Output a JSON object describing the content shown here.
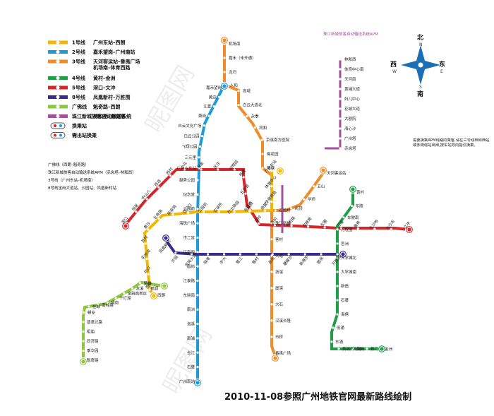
{
  "title": "2010-11-08参照广州地铁官网最新路线绘制",
  "legend": [
    {
      "name": "1号线",
      "desc": "广州东站–西朗",
      "color": "#f2b700"
    },
    {
      "name": "2号线",
      "desc": "嘉禾望岗–广州南站",
      "color": "#1f9ad6"
    },
    {
      "name": "3号线",
      "desc": "天河客运站–番禺广场",
      "desc2": "机场南–体育西路",
      "color": "#f08c28"
    },
    {
      "name": "4号线",
      "desc": "黄村–金洲",
      "color": "#1f9e48"
    },
    {
      "name": "5号线",
      "desc": "滘口–文冲",
      "color": "#d6262a"
    },
    {
      "name": "8号线",
      "desc": "凤凰新村–万胜围",
      "color": "#3a2a8c"
    },
    {
      "name": "广佛线",
      "desc": "魁奇路–西朗",
      "color": "#8dc63f"
    },
    {
      "name": "珠江新城旅客自动输送系统",
      "desc": "林和西–赤岗塔",
      "color": "#a2509c"
    },
    {
      "name": "换乘站",
      "desc": "",
      "color": "#555"
    },
    {
      "name": "需出站换乘",
      "desc": "",
      "color": "#555"
    }
  ],
  "notes": [
    "广佛线（西朗–魁奇路）",
    "珠江新城旅客自动输送系统APM（赤岗塔–林和西）",
    "3号线（广州东站–机场南）",
    "8号线宝岗大道站、沙园站、凤凰新村站"
  ],
  "apm_title": "珠江新城旅客自动输送系统APM",
  "apm_note": "需要换乘APM线路的乘客,请在三号线林和西站或赤岗塔站出闸,按车站导向指引换乘。",
  "compass": {
    "n": "北",
    "n_en": "N",
    "s": "南",
    "s_en": "S",
    "e": "东",
    "e_en": "E",
    "w": "西",
    "w_en": "W"
  },
  "watermark": [
    "昵图网",
    "昵图网"
  ],
  "stations": {
    "l3n": [
      "机场南",
      "嘉禾（未开通）",
      "龙归",
      "人和",
      "高增",
      "白云大道北",
      "永泰",
      "同和",
      "京溪南方医院",
      "梅花园",
      "燕塘"
    ],
    "l2n": [
      "嘉禾望岗",
      "黄边",
      "江夏",
      "萧岗",
      "白云文化广场",
      "白云公园",
      "飞翔公园",
      "三元里",
      "广州火车站"
    ],
    "l2s": [
      "越秀公园",
      "纪念堂",
      "公园前",
      "海珠广场",
      "市二宫",
      "江南西",
      "昌岗",
      "江泰路",
      "东晓南",
      "南洲",
      "洛溪",
      "南浦",
      "会江",
      "石壁",
      "广州南站"
    ],
    "l5": [
      "滘口",
      "坦尾",
      "中山八",
      "西场",
      "西村",
      "小北",
      "淘金",
      "区庄",
      "动物园",
      "杨箕",
      "五羊邨",
      "猎德",
      "潭村",
      "员村",
      "科韵路",
      "车陂南",
      "东圃",
      "三溪",
      "鱼珠",
      "大沙地",
      "大沙东",
      "文冲"
    ],
    "l1": [
      "广州东站",
      "体育中心",
      "体育西路",
      "杨箕",
      "东山口",
      "烈士陵园",
      "农讲所",
      "公园前",
      "西门口",
      "陈家祠",
      "长寿路",
      "黄沙",
      "芳村",
      "花地湾",
      "坑口",
      "西朗"
    ],
    "l3s": [
      "天河客运站",
      "五山",
      "华师",
      "岗顶",
      "石牌桥",
      "珠江新城",
      "客村",
      "大塘",
      "沥滘",
      "厦滘",
      "大石",
      "汉溪长隆",
      "市桥",
      "番禺广场"
    ],
    "l4": [
      "黄村",
      "车陂",
      "车陂南",
      "万胜围",
      "官洲",
      "大学城北",
      "大学城南",
      "新造",
      "石碁",
      "海傍",
      "低涌",
      "东涌",
      "黄阁汽车城",
      "黄阁",
      "蕉门",
      "金洲"
    ],
    "l8": [
      "凤凰新村",
      "沙园",
      "宝岗大道",
      "晓港",
      "中大",
      "鹭江",
      "客村",
      "赤岗",
      "磨碟沙",
      "新港东",
      "琶洲",
      "万胜围"
    ],
    "gf": [
      "西朗",
      "鹤洞",
      "菊树",
      "龙溪",
      "金融高新区",
      "千灯湖",
      "礌岗",
      "南桂路",
      "桂城",
      "朝安",
      "普君北路",
      "祖庙",
      "同济路",
      "季华园",
      "魁奇路"
    ],
    "apm": [
      "林和西",
      "体育中心南",
      "天河南",
      "黄埔大道",
      "妇儿中心",
      "花城大道",
      "大剧院",
      "海心沙",
      "广州塔",
      "赤岗塔"
    ]
  }
}
